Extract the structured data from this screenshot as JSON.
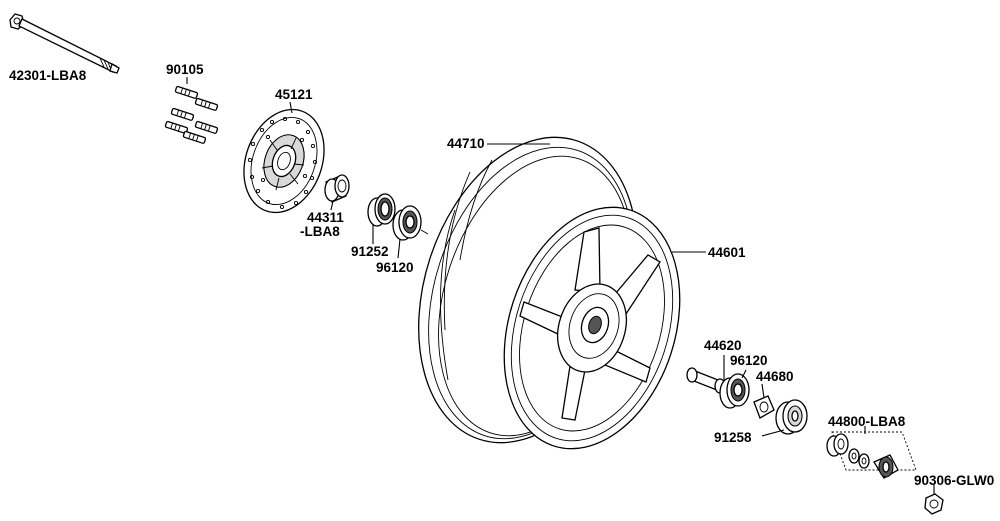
{
  "labels": {
    "axle": "42301-LBA8",
    "bolts": "90105",
    "disc": "45121",
    "collar_line1": "44311",
    "collar_line2": "-LBA8",
    "bearing_left": "91252",
    "bearing_left_2": "96120",
    "tire": "44710",
    "rim": "44601",
    "spacer": "44620",
    "bearing_right": "96120",
    "retainer": "44680",
    "seal": "91258",
    "gear_box": "44800-LBA8",
    "nut": "90306-GLW0"
  }
}
